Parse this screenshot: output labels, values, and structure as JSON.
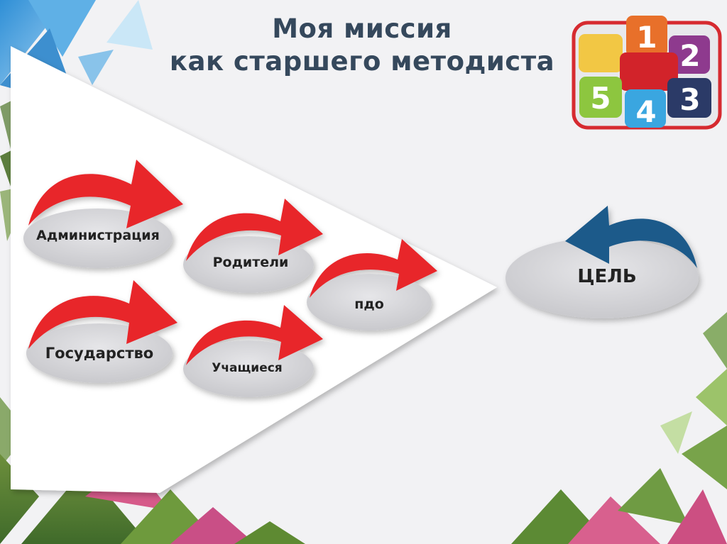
{
  "slide": {
    "title_line1": "Моя миссия",
    "title_line2": "как старшего методиста"
  },
  "logo": {
    "tiles": [
      {
        "label": "1",
        "color": "#e8702a"
      },
      {
        "label": "2",
        "color": "#8e3a8e"
      },
      {
        "label": "3",
        "color": "#2b3a67"
      },
      {
        "label": "4",
        "color": "#3aa6e0"
      },
      {
        "label": "5",
        "color": "#8dc63f"
      },
      {
        "label": "",
        "color": "#f2c744"
      },
      {
        "label": "",
        "color": "#d2232a"
      }
    ]
  },
  "diagram": {
    "nodes": [
      {
        "id": "administration",
        "label": "Администрация"
      },
      {
        "id": "parents",
        "label": "Родители"
      },
      {
        "id": "pdo",
        "label": "пдо"
      },
      {
        "id": "state",
        "label": "Государство"
      },
      {
        "id": "students",
        "label": "Учащиеся"
      }
    ],
    "goal": {
      "label": "ЦЕЛЬ"
    },
    "colors": {
      "arrow_red": "#e8252b",
      "arrow_blue": "#1f5a8a",
      "ellipse_fill": "#d9d9dc",
      "panel": "#ffffff"
    }
  }
}
